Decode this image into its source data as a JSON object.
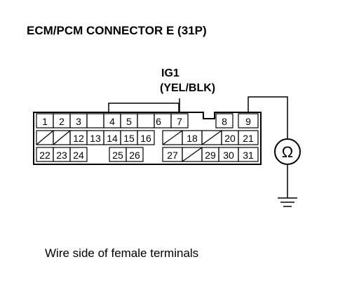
{
  "title": "ECM/PCM CONNECTOR E (31P)",
  "wire": {
    "name": "IG1",
    "color": "(YEL/BLK)"
  },
  "caption": "Wire side of female terminals",
  "meter_symbol": "Ω",
  "connector": {
    "rows": [
      [
        "1",
        "2",
        "3",
        "4",
        "5",
        "6",
        "7",
        "",
        "8",
        "9"
      ],
      [
        "",
        "",
        "12",
        "13",
        "14",
        "15",
        "16",
        "",
        "18",
        "",
        "20",
        "21"
      ],
      [
        "22",
        "23",
        "24",
        "",
        "25",
        "26",
        "",
        "27",
        "",
        "29",
        "30",
        "31"
      ]
    ]
  }
}
